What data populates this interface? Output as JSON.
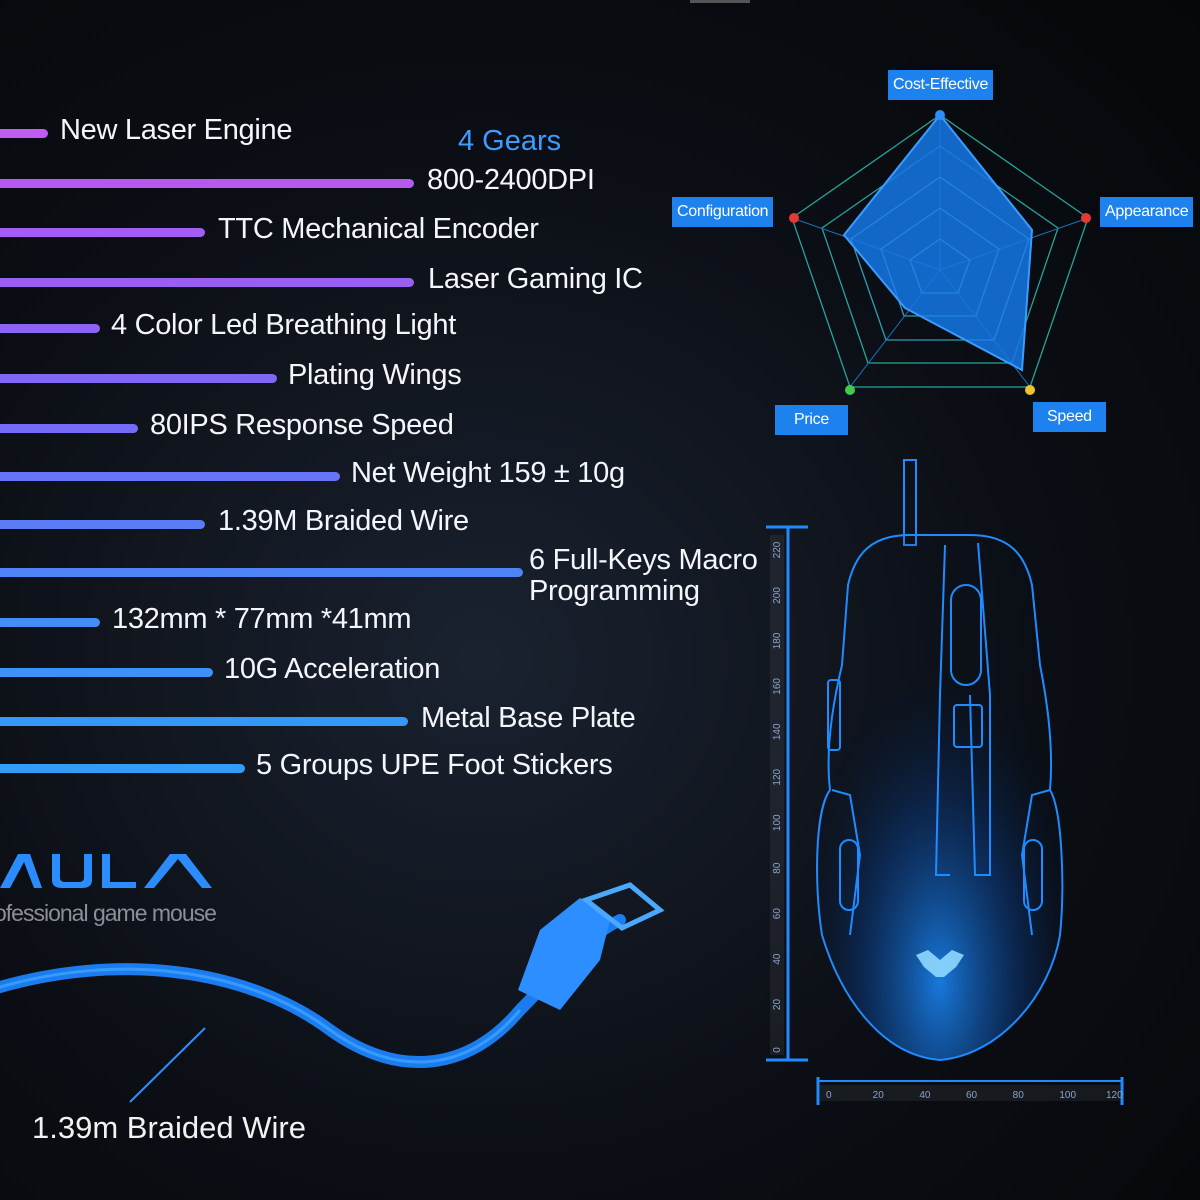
{
  "features": [
    {
      "label": "New Laser Engine",
      "color": "#c25cf0"
    },
    {
      "label": "800-2400DPI",
      "color": "#b45af0"
    },
    {
      "label": "TTC Mechanical Encoder",
      "color": "#a65cf2"
    },
    {
      "label": "Laser Gaming IC",
      "color": "#9a5ef2"
    },
    {
      "label": "4 Color Led Breathing Light",
      "color": "#8e62f4"
    },
    {
      "label": "Plating Wings",
      "color": "#8266f4"
    },
    {
      "label": "80IPS Response Speed",
      "color": "#746cf6"
    },
    {
      "label": "Net Weight 159 ± 10g",
      "color": "#6874f6"
    },
    {
      "label": "1.39M Braided Wire",
      "color": "#5c7cf6"
    },
    {
      "label": "6 Full-Keys Macro",
      "label2": "Programming",
      "color": "#4e84f6"
    },
    {
      "label": "132mm * 77mm *41mm",
      "color": "#448cf6"
    },
    {
      "label": "10G Acceleration",
      "color": "#3c92f6"
    },
    {
      "label": "Metal Base Plate",
      "color": "#3698f6"
    },
    {
      "label": "5 Groups UPE Foot Stickers",
      "color": "#329cf6"
    }
  ],
  "gears_label": "4 Gears",
  "radar": {
    "labels": {
      "top": "Cost-Effective",
      "left": "Configuration",
      "right": "Appearance",
      "bottom_left": "Price",
      "bottom_right": "Speed"
    },
    "dot_colors": {
      "top": "#2a8cff",
      "left": "#e53935",
      "right": "#e53935",
      "bottom_left": "#43c94b",
      "bottom_right": "#f2c12e"
    }
  },
  "brand": {
    "tagline": "ofessional game mouse"
  },
  "cable_label": "1.39m Braided Wire",
  "ruler": {
    "vertical_ticks": [
      "220",
      "200",
      "180",
      "160",
      "140",
      "120",
      "100",
      "80",
      "60",
      "40",
      "20",
      "0"
    ],
    "horizontal_ticks": [
      "0",
      "20",
      "40",
      "60",
      "80",
      "100",
      "120"
    ]
  }
}
